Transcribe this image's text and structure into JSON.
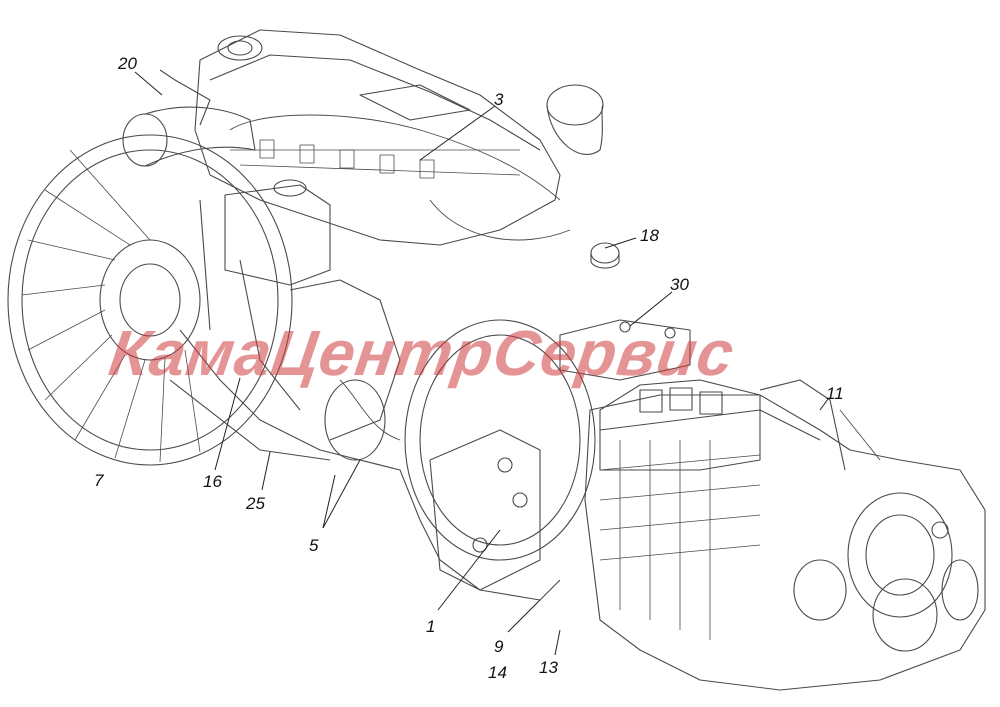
{
  "callouts": {
    "c20": "20",
    "c3": "3",
    "c18": "18",
    "c30": "30",
    "c11": "11",
    "c7": "7",
    "c16": "16",
    "c25": "25",
    "c5": "5",
    "c1": "1",
    "c9": "9",
    "c14": "14",
    "c13": "13"
  },
  "watermark": "КамаЦентрСервис",
  "colors": {
    "line": "#4a4a4a",
    "watermark": "#cd3c3c"
  }
}
